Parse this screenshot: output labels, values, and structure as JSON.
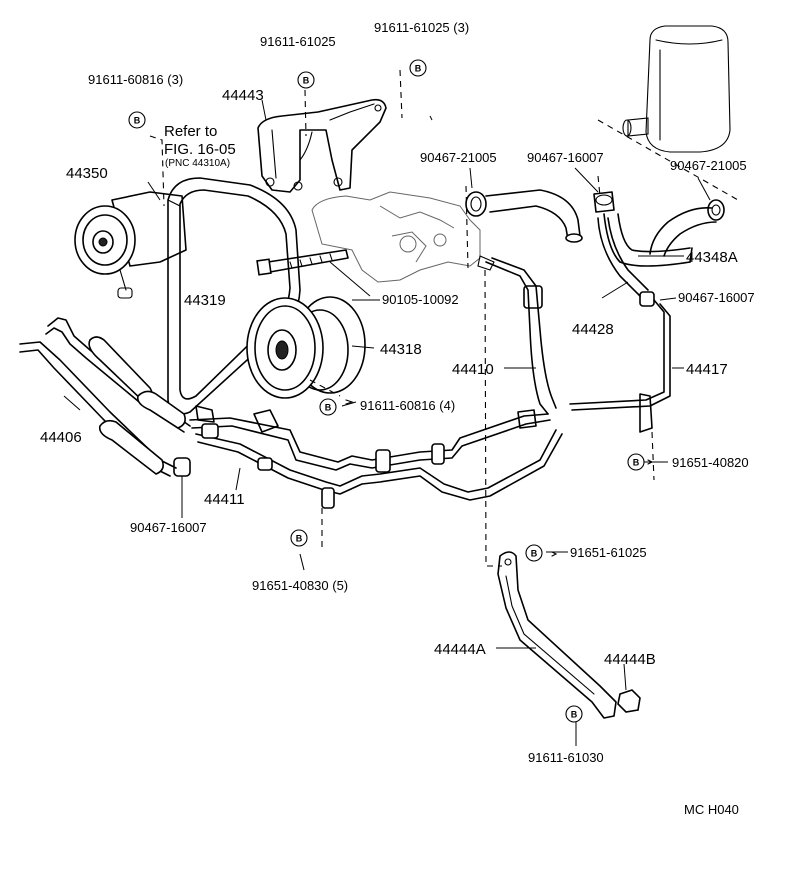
{
  "labels": {
    "p_91611_61025": "91611-61025",
    "p_91611_61025_3": "91611-61025 (3)",
    "p_91611_60816_3": "91611-60816 (3)",
    "p_44443": "44443",
    "refer_line1": "Refer to",
    "refer_line2": "FIG. 16-05",
    "refer_line3": "(PNC 44310A)",
    "p_44350": "44350",
    "p_90467_21005_a": "90467-21005",
    "p_90467_16007_a": "90467-16007",
    "p_90467_21005_b": "90467-21005",
    "p_44348A": "44348A",
    "p_44319": "44319",
    "p_90105_10092": "90105-10092",
    "p_90467_16007_b": "90467-16007",
    "p_44428": "44428",
    "p_44318": "44318",
    "p_44410": "44410",
    "p_44417": "44417",
    "p_91611_60816_4": "91611-60816 (4)",
    "p_44406": "44406",
    "p_91651_40820": "91651-40820",
    "p_44411": "44411",
    "p_90467_16007_c": "90467-16007",
    "p_91651_40830_5": "91651-40830 (5)",
    "p_91651_61025": "91651-61025",
    "p_44444A": "44444A",
    "p_44444B": "44444B",
    "p_91611_61030": "91611-61030",
    "footer_code": "MC  H040"
  },
  "bolt_marker": "B"
}
